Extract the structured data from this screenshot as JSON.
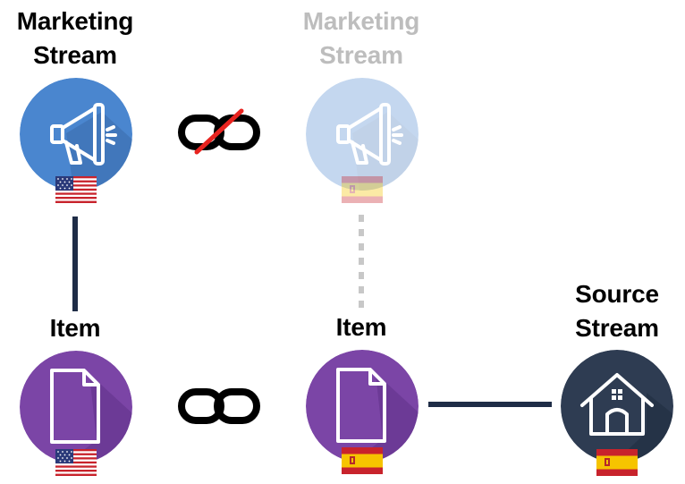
{
  "nodes": {
    "marketing_us": {
      "label": "Marketing\nStream",
      "type": "marketing-stream",
      "locale": "US",
      "state": "active",
      "color": "#4a86cf"
    },
    "marketing_es": {
      "label": "Marketing\nStream",
      "type": "marketing-stream",
      "locale": "ES",
      "state": "faded",
      "color": "#a9c8ec"
    },
    "item_us": {
      "label": "Item",
      "type": "item",
      "locale": "US",
      "state": "active",
      "color": "#7b45a6"
    },
    "item_es": {
      "label": "Item",
      "type": "item",
      "locale": "ES",
      "state": "active",
      "color": "#7b45a6"
    },
    "source_es": {
      "label": "Source\nStream",
      "type": "source-stream",
      "locale": "ES",
      "state": "active",
      "color": "#2e3c52"
    }
  },
  "connections": [
    {
      "from": "marketing_us",
      "to": "item_us",
      "style": "solid"
    },
    {
      "from": "marketing_es",
      "to": "item_es",
      "style": "dotted"
    },
    {
      "from": "item_es",
      "to": "source_es",
      "style": "solid"
    }
  ],
  "links": [
    {
      "between": [
        "marketing_us",
        "marketing_es"
      ],
      "state": "broken",
      "icon": "broken-link-icon"
    },
    {
      "between": [
        "item_us",
        "item_es"
      ],
      "state": "linked",
      "icon": "link-icon"
    }
  ],
  "colors": {
    "line": "#1f2d47",
    "dotted_line": "#c8c8c8",
    "break_mark": "#e8231f"
  }
}
